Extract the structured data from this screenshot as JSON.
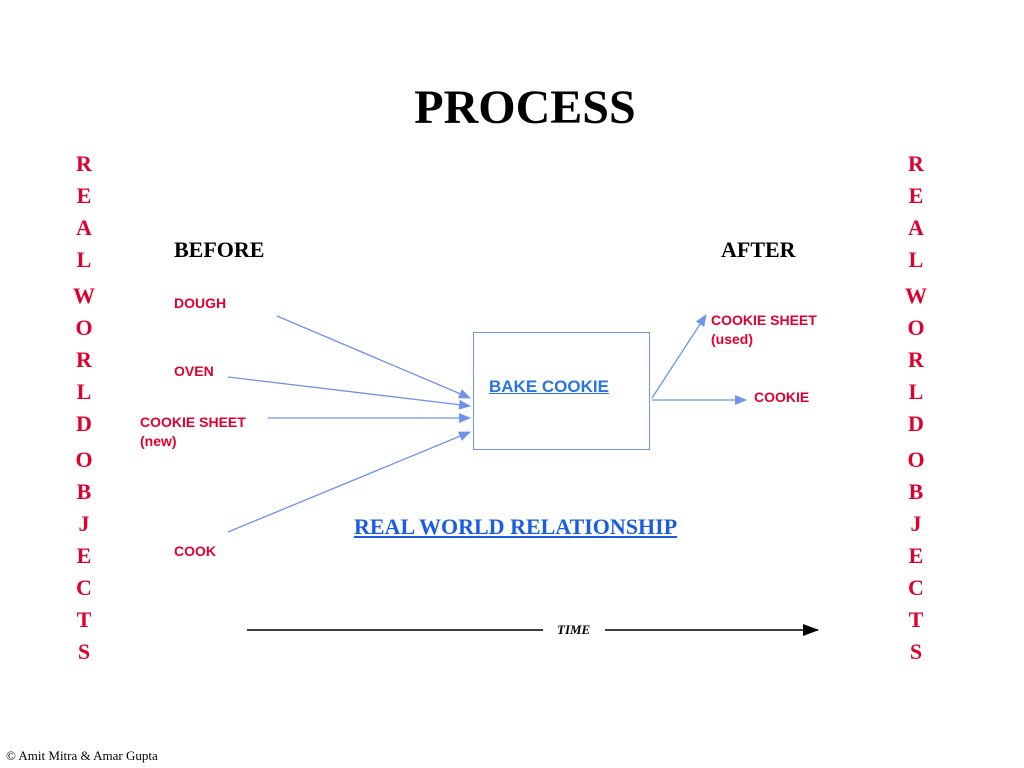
{
  "title": "PROCESS",
  "side_label_left": [
    "R",
    "E",
    "A",
    "L",
    "W",
    "O",
    "R",
    "L",
    "D",
    "O",
    "B",
    "J",
    "E",
    "C",
    "T",
    "S"
  ],
  "side_label_right": [
    "R",
    "E",
    "A",
    "L",
    "W",
    "O",
    "R",
    "L",
    "D",
    "O",
    "B",
    "J",
    "E",
    "C",
    "T",
    "S"
  ],
  "before_label": "BEFORE",
  "after_label": "AFTER",
  "inputs": {
    "dough": "DOUGH",
    "oven": "OVEN",
    "cookie_sheet_new_line1": "COOKIE SHEET",
    "cookie_sheet_new_line2": "(new)",
    "cook": "COOK"
  },
  "process": "BAKE COOKIE",
  "outputs": {
    "cookie_sheet_used_line1": "COOKIE SHEET",
    "cookie_sheet_used_line2": "(used)",
    "cookie": "COOKIE"
  },
  "relationship": "REAL WORLD RELATIONSHIP",
  "time_label": "TIME",
  "copyright": "© Amit Mitra & Amar Gupta",
  "colors": {
    "red_text": "#e00030",
    "arrow_blue": "#6f93e8",
    "link_blue": "#1a5de0"
  }
}
